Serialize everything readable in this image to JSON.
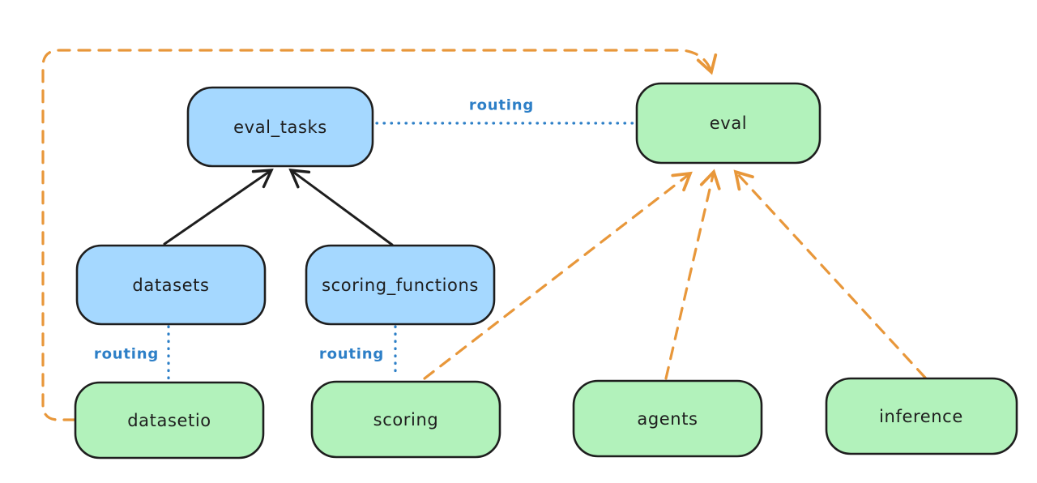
{
  "diagram": {
    "nodes": [
      {
        "id": "eval_tasks",
        "label": "eval_tasks",
        "fill": "#a5d8ff",
        "kind": "resource"
      },
      {
        "id": "eval",
        "label": "eval",
        "fill": "#b2f2bb",
        "kind": "api"
      },
      {
        "id": "datasets",
        "label": "datasets",
        "fill": "#a5d8ff",
        "kind": "resource"
      },
      {
        "id": "scoring_functions",
        "label": "scoring_functions",
        "fill": "#a5d8ff",
        "kind": "resource"
      },
      {
        "id": "datasetio",
        "label": "datasetio",
        "fill": "#b2f2bb",
        "kind": "api"
      },
      {
        "id": "scoring",
        "label": "scoring",
        "fill": "#b2f2bb",
        "kind": "api"
      },
      {
        "id": "agents",
        "label": "agents",
        "fill": "#b2f2bb",
        "kind": "api"
      },
      {
        "id": "inference",
        "label": "inference",
        "fill": "#b2f2bb",
        "kind": "api"
      }
    ],
    "edges": [
      {
        "from": "datasets",
        "to": "eval_tasks",
        "style": "solid-black-arrow",
        "label": ""
      },
      {
        "from": "scoring_functions",
        "to": "eval_tasks",
        "style": "solid-black-arrow",
        "label": ""
      },
      {
        "from": "eval_tasks",
        "to": "eval",
        "style": "dotted-blue",
        "label": "routing"
      },
      {
        "from": "datasets",
        "to": "datasetio",
        "style": "dotted-blue",
        "label": "routing"
      },
      {
        "from": "scoring_functions",
        "to": "scoring",
        "style": "dotted-blue",
        "label": "routing"
      },
      {
        "from": "datasetio",
        "to": "eval",
        "style": "dashed-orange-arrow",
        "label": ""
      },
      {
        "from": "scoring",
        "to": "eval",
        "style": "dashed-orange-arrow",
        "label": ""
      },
      {
        "from": "agents",
        "to": "eval",
        "style": "dashed-orange-arrow",
        "label": ""
      },
      {
        "from": "inference",
        "to": "eval",
        "style": "dashed-orange-arrow",
        "label": ""
      }
    ],
    "edge_labels": {
      "eval_tasks_eval": "routing",
      "datasets_datasetio": "routing",
      "scoring_functions_scoring": "routing"
    },
    "colors": {
      "background": "#ffffff",
      "node_border": "#1e1e1e",
      "blue_node_fill": "#a5d8ff",
      "green_node_fill": "#b2f2bb",
      "solid_edge": "#1e1e1e",
      "routing_edge": "#2d7fc7",
      "dashed_edge": "#e8973a"
    }
  }
}
